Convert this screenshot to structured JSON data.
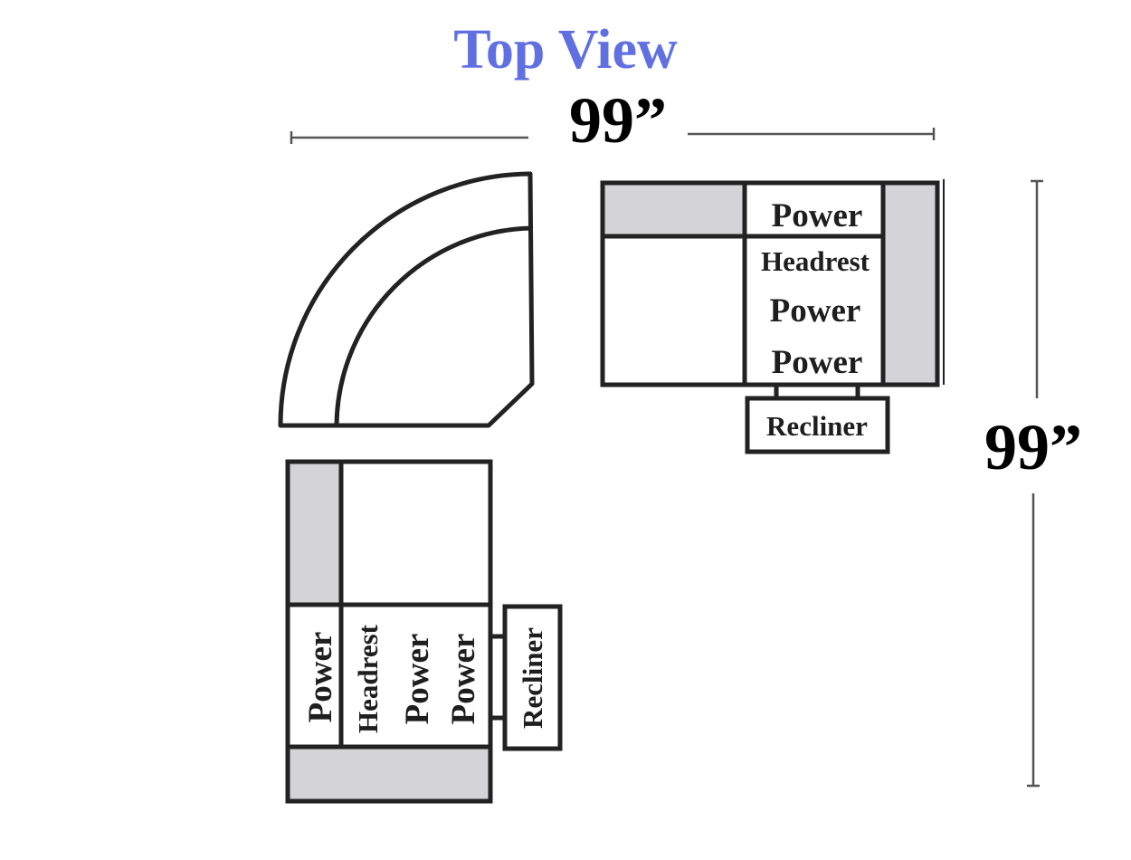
{
  "title": "Top View",
  "dimensions": {
    "width": "99”",
    "depth": "99”"
  },
  "right_section": {
    "labels": {
      "power_top": "Power",
      "headrest": "Headrest",
      "power_mid": "Power",
      "power_bottom": "Power",
      "recliner": "Recliner"
    }
  },
  "left_section": {
    "labels": {
      "power_first": "Power",
      "headrest": "Headrest",
      "power_mid": "Power",
      "power_last": "Power",
      "recliner": "Recliner"
    }
  },
  "colors": {
    "title": "#6070e0",
    "outline": "#222222",
    "arm_fill": "#d4d4d6",
    "dimension_line": "#555555",
    "text": "#1e1e1e"
  }
}
